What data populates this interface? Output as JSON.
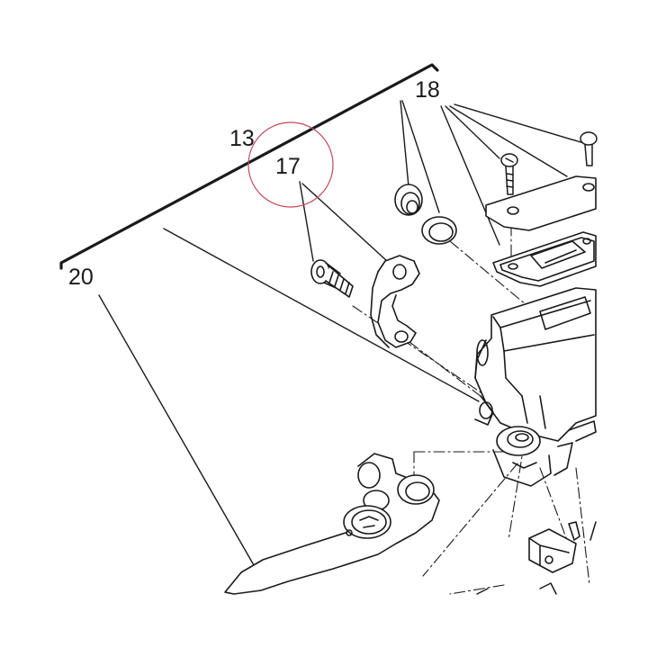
{
  "callouts": {
    "c13": "13",
    "c17": "17",
    "c18": "18",
    "c20": "20"
  },
  "colors": {
    "ink": "#1a1a1a",
    "highlight_circle": "#c24a5a",
    "background": "#ffffff"
  }
}
